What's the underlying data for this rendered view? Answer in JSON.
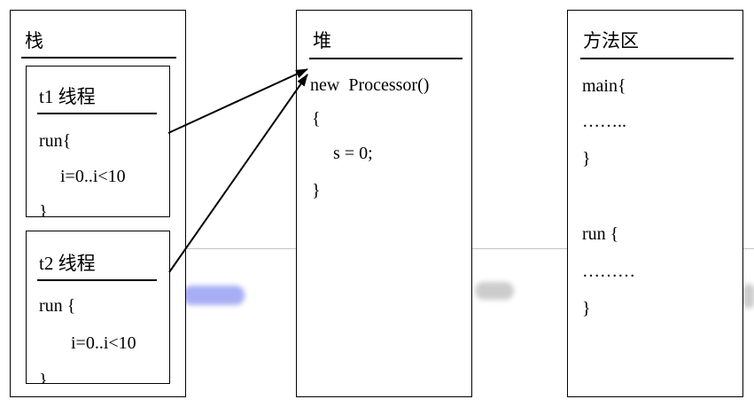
{
  "stack": {
    "title": "栈",
    "threads": [
      {
        "title": "t1 线程",
        "lines": [
          "run{",
          "i=0..i<10",
          "}"
        ]
      },
      {
        "title": "t2 线程",
        "lines": [
          "run {",
          "i=0..i<10",
          "}"
        ]
      }
    ]
  },
  "heap": {
    "title": "堆",
    "lines": [
      "new  Processor()",
      "{",
      "s = 0;",
      "}"
    ]
  },
  "method_area": {
    "title": "方法区",
    "lines": [
      "main{",
      "……..",
      "}",
      "run {",
      "………",
      "}"
    ]
  },
  "colors": {
    "line": "#000000",
    "smudge_blue": "#8a93f0",
    "divider": "#c4c4c4"
  }
}
